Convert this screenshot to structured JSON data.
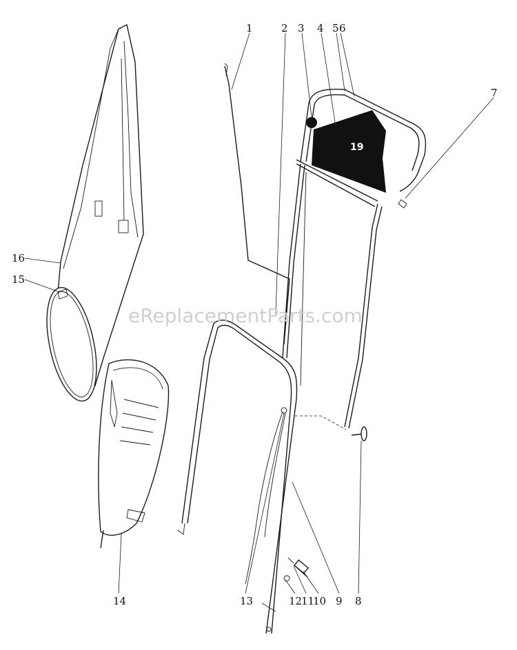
{
  "diagram": {
    "watermark": "eReplacementParts.com",
    "decal_number": "19",
    "callouts": [
      "1",
      "2",
      "3",
      "4",
      "5",
      "6",
      "7",
      "8",
      "9",
      "10",
      "11",
      "12",
      "13",
      "14",
      "15",
      "16"
    ]
  }
}
